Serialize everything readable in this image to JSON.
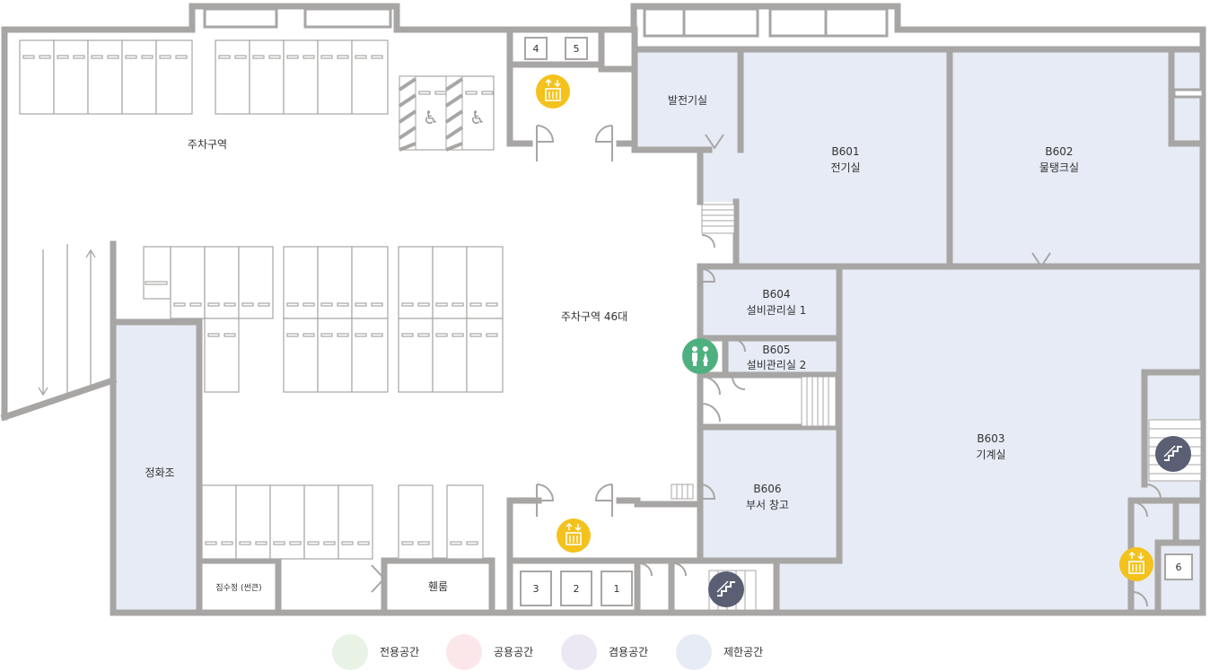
{
  "colors": {
    "wall": "#a8a6a4",
    "restricted": "#e6ebf5",
    "exclusive": "#e8f3e6",
    "common": "#fbe6ea",
    "shared": "#ebe8f3",
    "elevator_icon": "#f3c21c",
    "stairs_icon": "#5a5f73",
    "restroom_icon": "#4fb07f"
  },
  "rooms": {
    "parking_area": "주차구역",
    "parking_46": "주차구역 46대",
    "generator_room": "발전기실",
    "b601_code": "B601",
    "b601_name": "전기실",
    "b602_code": "B602",
    "b602_name": "물탱크실",
    "b604_code": "B604",
    "b604_name": "설비관리실 1",
    "b605_code": "B605",
    "b605_name": "설비관리실 2",
    "b603_code": "B603",
    "b603_name": "기계실",
    "b606_code": "B606",
    "b606_name": "부서 창고",
    "septic_tank": "정화조",
    "sump": "집수정 (썬큰)",
    "hwen_room": "휀룸"
  },
  "elevators": {
    "top": [
      "4",
      "5"
    ],
    "bottom": [
      "3",
      "2",
      "1"
    ],
    "right": "6"
  },
  "legend": [
    {
      "label": "전용공간",
      "color": "#e8f3e6"
    },
    {
      "label": "공용공간",
      "color": "#fbe6ea"
    },
    {
      "label": "겸용공간",
      "color": "#ebe8f3"
    },
    {
      "label": "제한공간",
      "color": "#e6ebf5"
    }
  ]
}
